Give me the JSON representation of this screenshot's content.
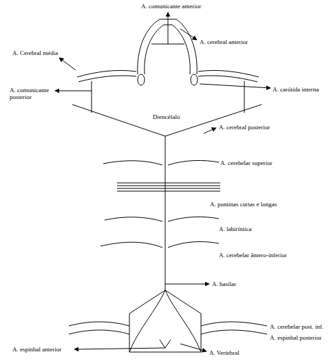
{
  "diagram": {
    "labels": [
      "A. comunicante anterior",
      "A. cerebral anterior",
      "A. Cerebral média",
      "A. comunicante posterior",
      "A. carótida interna",
      "Diencéfalo",
      "A. cerebral posterior",
      "A. cerebelar superior",
      "A. pontinas curtas e longas",
      "A. labiríntica",
      "A. cerebelar ântero-inferior",
      "A. basilar",
      "A. cerebelar post. inf.",
      "A. espinhal posterior",
      "A. espinhal anterior",
      "A. Vertebral"
    ]
  }
}
